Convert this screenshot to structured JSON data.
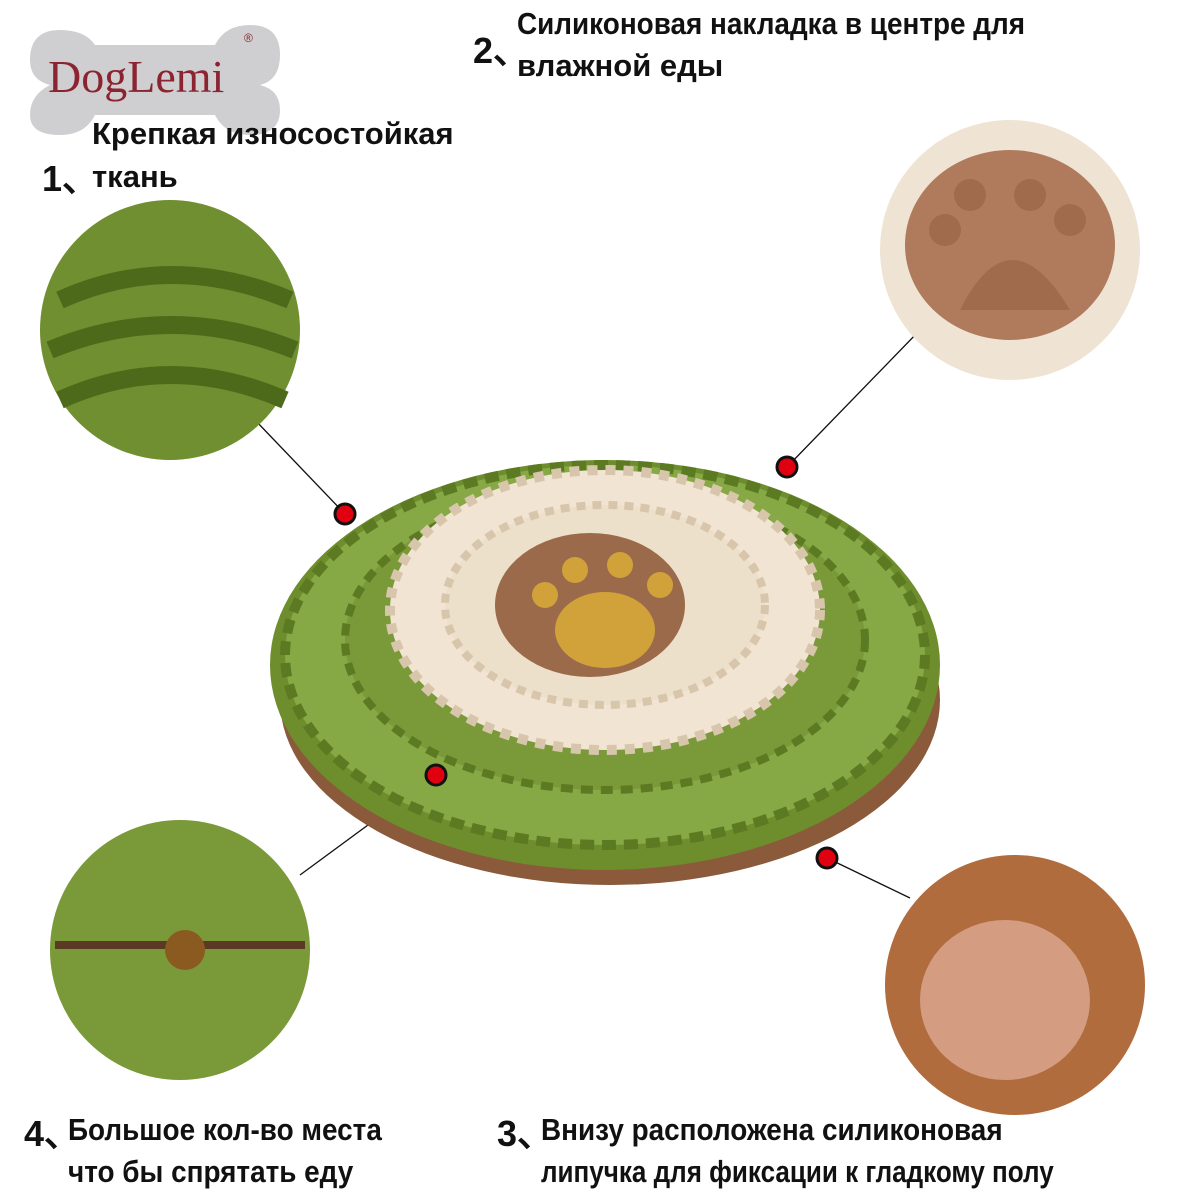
{
  "logo": {
    "brand": "DogLemi",
    "registered": "®"
  },
  "features": [
    {
      "number": "1、",
      "lines": [
        "Крепкая износостойкая",
        "ткань"
      ]
    },
    {
      "number": "2、",
      "lines": [
        "Силиконовая накладка в центре для",
        "влажной еды"
      ]
    },
    {
      "number": "3、",
      "lines": [
        "Внизу расположена силиконовая",
        "липучка для фиксации к гладкому полу"
      ]
    },
    {
      "number": "4、",
      "lines": [
        "Большое кол-во места",
        "что бы спрятать еду"
      ]
    }
  ],
  "colors": {
    "green": "#7a9a3a",
    "cream": "#f1e4d2",
    "brown": "#9a6a4a",
    "marker": "#e00010",
    "logo_bg": "#cfcfd1",
    "logo_text": "#8b2430"
  }
}
